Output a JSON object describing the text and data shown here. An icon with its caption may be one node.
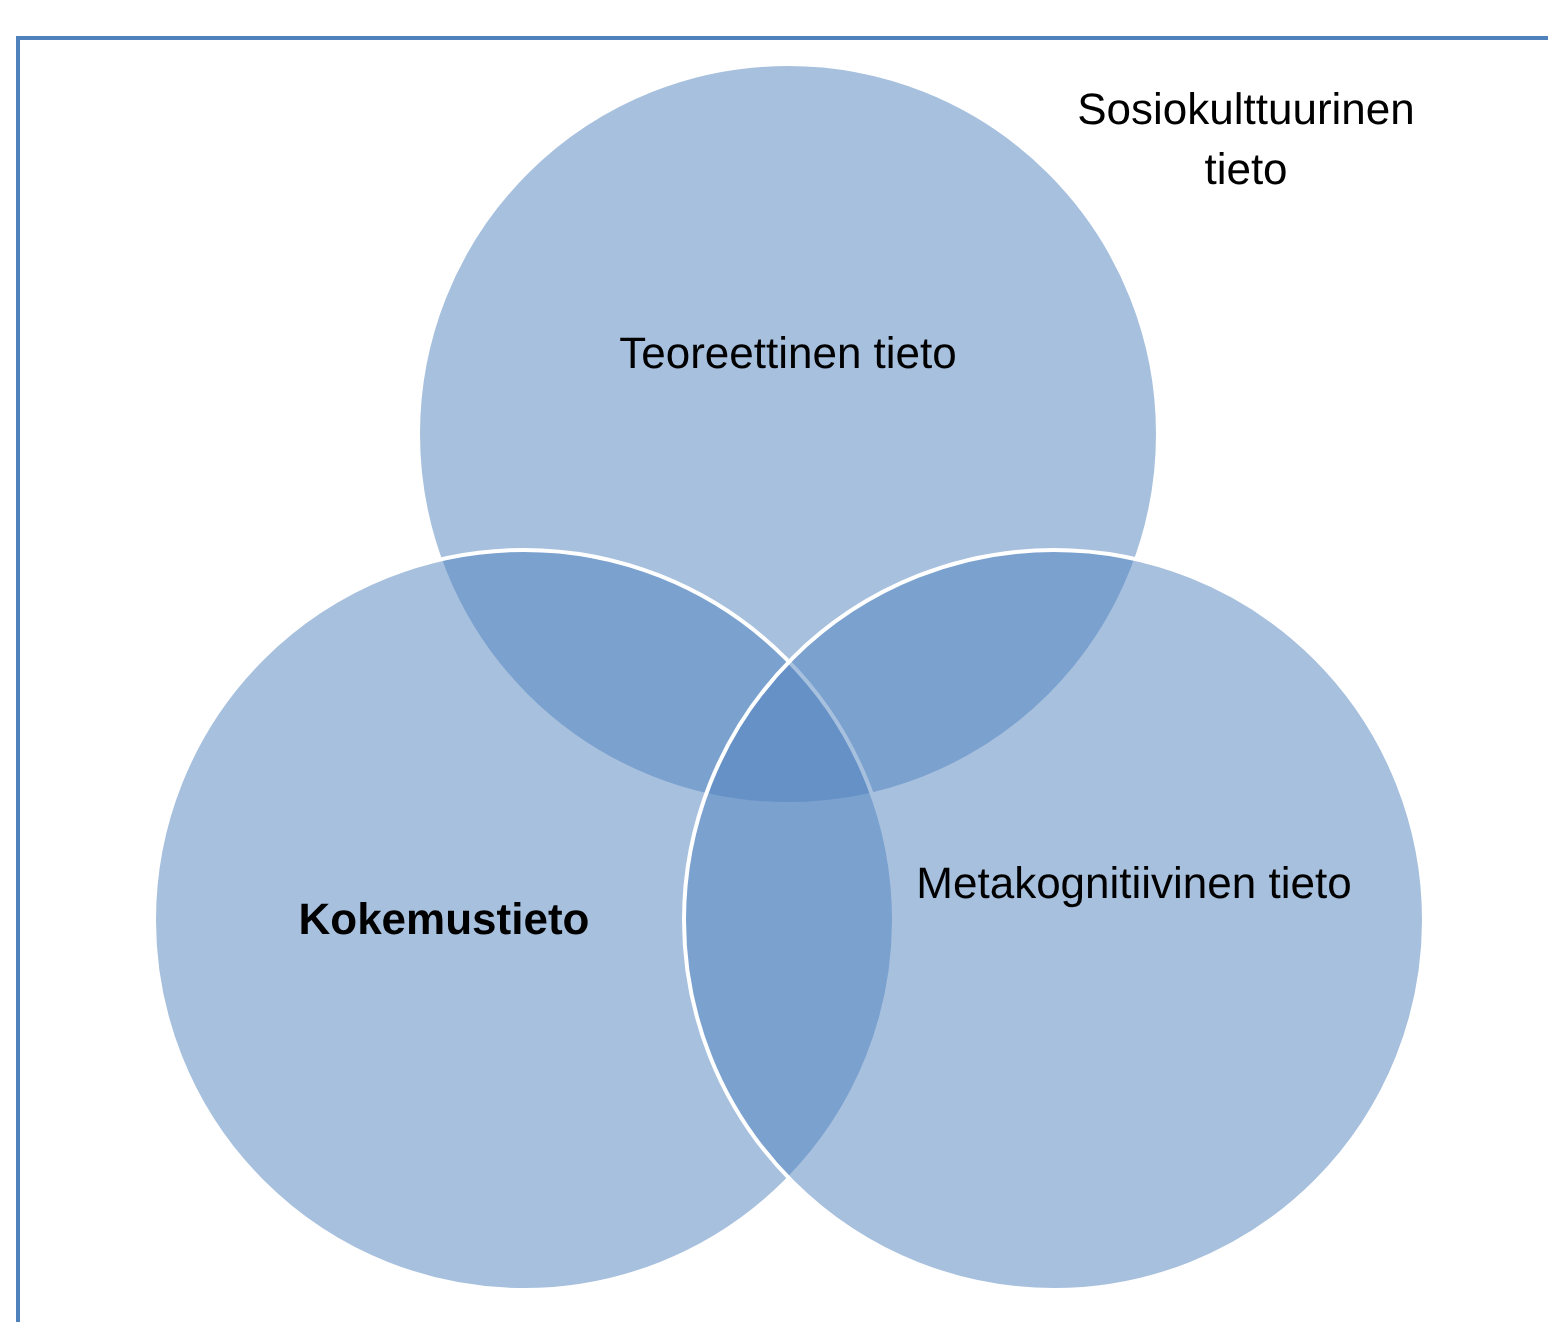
{
  "diagram": {
    "nodes": [
      {
        "text": [
          "Sosiokulttuurinen tieto"
        ]
      },
      {
        "text": [
          "Teoreettinen tieto"
        ],
        "in": 0
      },
      {
        "text": [
          "Kokemustieto"
        ],
        "in": 0
      },
      {
        "text": [
          "Metakognitiivinen tieto"
        ],
        "in": 0
      }
    ],
    "edges": []
  }
}
